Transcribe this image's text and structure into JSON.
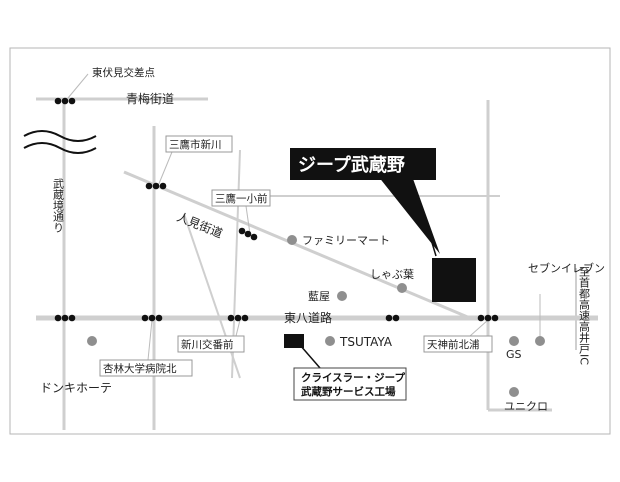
{
  "map": {
    "dealer": {
      "name": "ジープ武蔵野"
    },
    "service_factory": {
      "line1": "クライスラー・ジープ",
      "line2": "武蔵野サービス工場"
    },
    "intersections": {
      "higashi_fushimi": "東伏見交差点",
      "mitaka_shinkawa": "三鷹市新川",
      "mitaka_daiichi_shomae": "三鷹一小前",
      "shinkawa_kobanmae": "新川交番前",
      "kyorin_hospital_north": "杏林大学病院北",
      "tenjinmae_kitaura": "天神前北浦"
    },
    "roads": {
      "ome_kaido": "青梅街道",
      "musashisakai_dori": "武蔵境通り",
      "hitomi_kaido": "人見街道",
      "higashi_hachi_doro": "東八道路",
      "highway_ic": "至首都高速高井戸IC"
    },
    "pois": {
      "familymart": "ファミリーマート",
      "shabuyo": "しゃぶ葉",
      "aiya": "藍屋",
      "tsutaya": "TSUTAYA",
      "seven_eleven": "セブンイレブン",
      "gs": "GS",
      "uniqlo": "ユニクロ",
      "don_quijote": "ドンキホーテ"
    }
  }
}
